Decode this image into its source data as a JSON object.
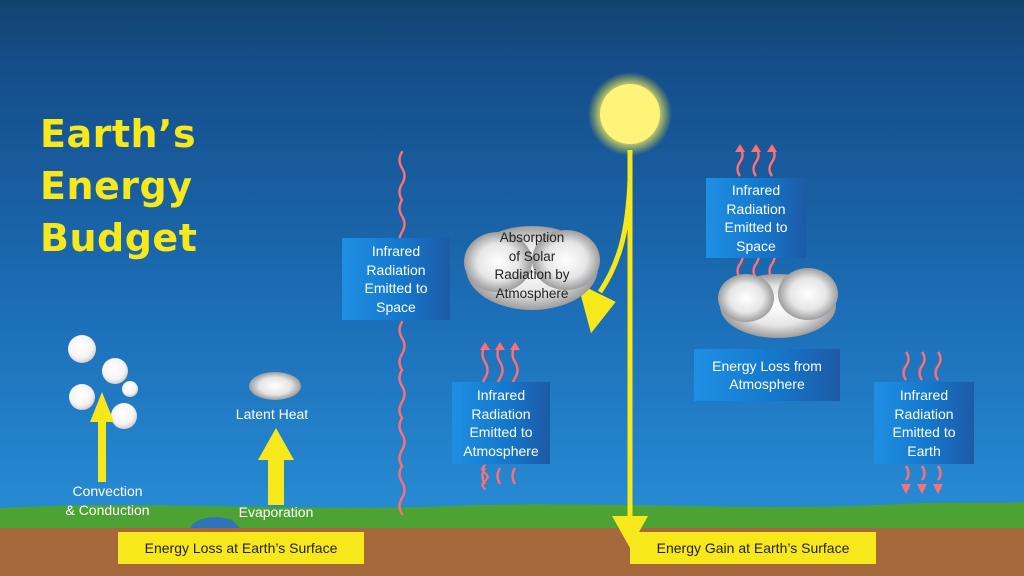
{
  "title_line1": "Earth’s Energy",
  "title_line2": "Budget",
  "labels": {
    "convection": [
      "Convection",
      "& Conduction"
    ],
    "latent_heat": "Latent Heat",
    "evaporation": "Evaporation",
    "ir_space_left": [
      "Infrared",
      "Radiation",
      "Emitted to",
      "Space"
    ],
    "ir_atmosphere": [
      "Infrared",
      "Radiation",
      "Emitted to",
      "Atmosphere"
    ],
    "absorption": [
      "Absorption",
      "of Solar",
      "Radiation by",
      "Atmosphere"
    ],
    "ir_space_right": [
      "Infrared",
      "Radiation",
      "Emitted to",
      "Space"
    ],
    "energy_loss_atmosphere": [
      "Energy Loss from",
      "Atmosphere"
    ],
    "ir_earth": [
      "Infrared",
      "Radiation",
      "Emitted to",
      "Earth"
    ],
    "energy_loss_surface": "Energy Loss at Earth’s Surface",
    "energy_gain_surface": "Energy Gain at Earth’s Surface"
  },
  "colors": {
    "sky_top": "#154e8a",
    "sky_bottom": "#2a8fd6",
    "title": "#f7e81c",
    "arrow": "#f7e81c",
    "wave": "#ff6f73",
    "grass": "#4ca233",
    "soil": "#a5683a"
  }
}
